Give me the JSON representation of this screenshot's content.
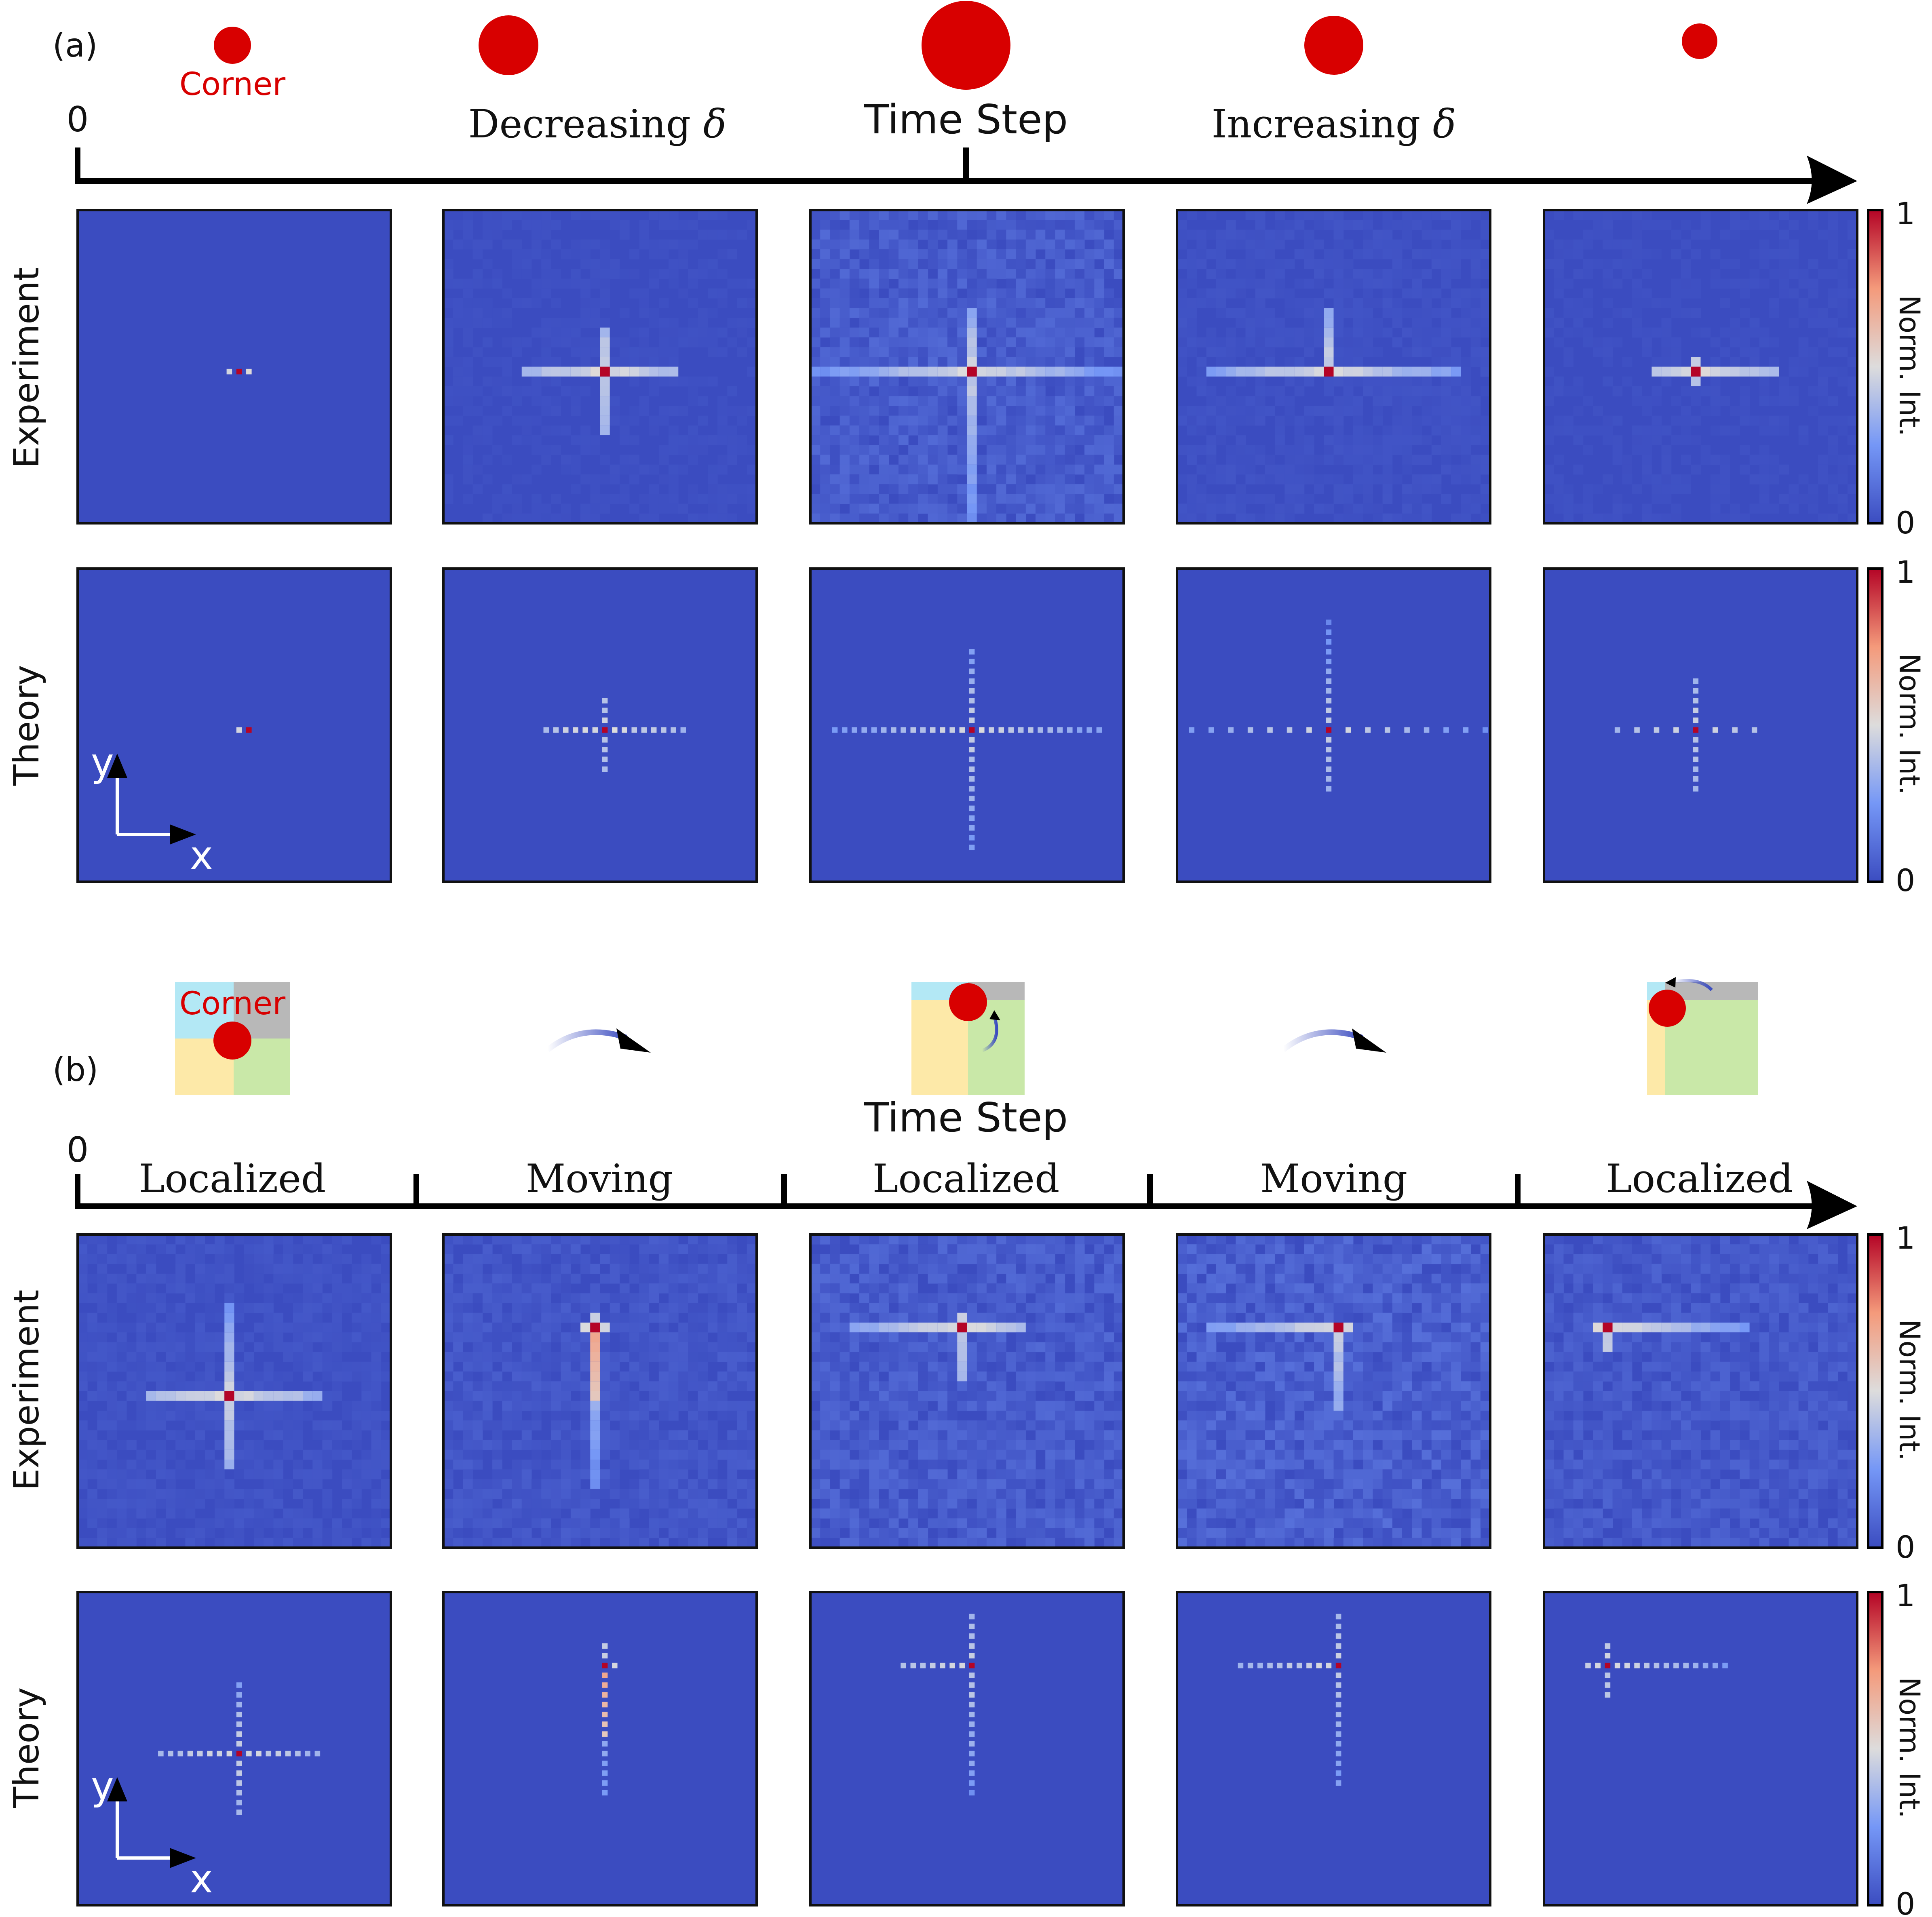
{
  "panel_a": {
    "label": "(a)",
    "corner_label": "Corner",
    "axis_zero": "0",
    "axis_title": "Time Step",
    "phase_left": "Decreasing ",
    "phase_right": "Increasing ",
    "delta_symbol": "δ",
    "row_labels": [
      "Experiment",
      "Theory"
    ],
    "corner_sizes": [
      0.45,
      0.7,
      1.0,
      0.7,
      0.43
    ]
  },
  "panel_b": {
    "label": "(b)",
    "corner_label": "Corner",
    "axis_zero": "0",
    "axis_title": "Time Step",
    "segments": [
      "Localized",
      "Moving",
      "Localized",
      "Moving",
      "Localized"
    ],
    "row_labels": [
      "Experiment",
      "Theory"
    ]
  },
  "colorbar": {
    "label": "Norm. Int.",
    "max_label": "1",
    "min_label": "0"
  },
  "axes_labels": {
    "x": "x",
    "y": "y"
  },
  "colors": {
    "background_blue": "#3b4cc0",
    "peak_red": "#b40426",
    "corner_dot": "#d80000",
    "quad_cyan": "#b3e8f5",
    "quad_gray": "#b8b8b8",
    "quad_yellow": "#fde9a8",
    "quad_green": "#c9e8a8"
  }
}
